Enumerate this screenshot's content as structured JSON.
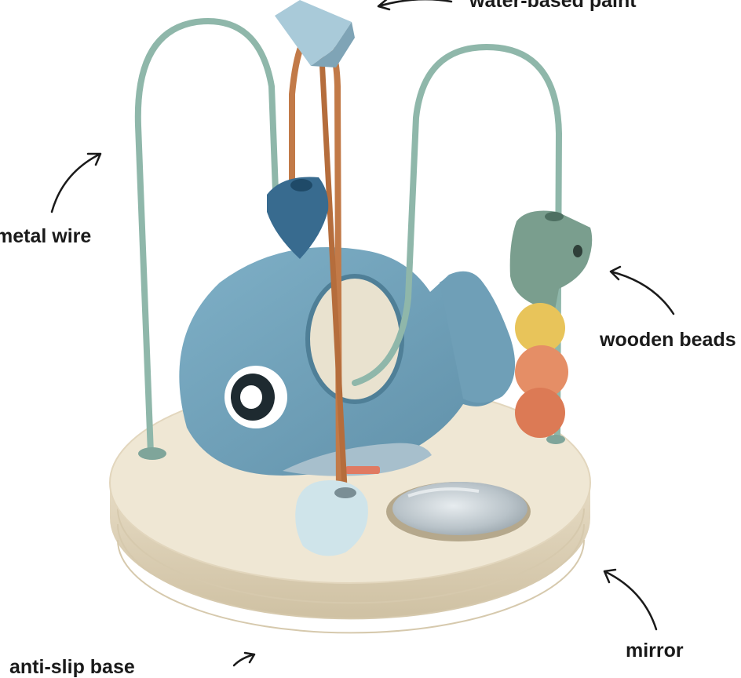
{
  "callouts": {
    "paint": "water-based paint",
    "wire": "metal wire",
    "beads": "wooden beads",
    "mirror": "mirror",
    "base": "anti-slip base"
  },
  "colors": {
    "background": "#ffffff",
    "base_wood": "#ece3cf",
    "base_edge": "#d9cdb2",
    "whale": "#6e9db5",
    "wire_green": "#8fb7aa",
    "wire_orange": "#c27a48",
    "fish_bead": "#7a9e8e",
    "bead_yellow": "#e8c45a",
    "bead_salmon": "#e58e66",
    "bead_orange": "#dc7a55",
    "mirror": "#c5cdd2",
    "label_text": "#1a1a1a"
  }
}
